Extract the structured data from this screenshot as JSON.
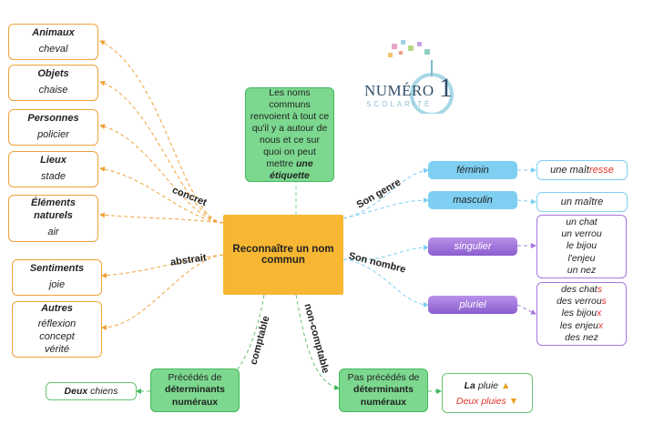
{
  "center": "Reconnaître un nom commun",
  "note": {
    "text": "Les noms communs renvoient à tout ce qu'il y a autour de nous et ce sur quoi on peut mettre",
    "emph": "une étiquette"
  },
  "logo": {
    "line1": "NUMÉRO",
    "digit": "1",
    "line2": "SCOLARITÉ"
  },
  "branch_labels": {
    "concret": "concret",
    "abstrait": "abstrait",
    "genre": "Son genre",
    "nombre": "Son nombre",
    "comptable": "comptable",
    "noncomptable": "non-comptable"
  },
  "concret_items": [
    {
      "title": "Animaux",
      "example": "cheval"
    },
    {
      "title": "Objets",
      "example": "chaise"
    },
    {
      "title": "Personnes",
      "example": "policier"
    },
    {
      "title": "Lieux",
      "example": "stade"
    },
    {
      "title": "Éléments naturels",
      "example": "air"
    }
  ],
  "abstrait_items": [
    {
      "title": "Sentiments",
      "example": "joie"
    },
    {
      "title": "Autres",
      "examples": [
        "réflexion",
        "concept",
        "vérité"
      ]
    }
  ],
  "genre": {
    "feminin": {
      "label": "féminin",
      "example_start": "une maît",
      "example_end": "resse"
    },
    "masculin": {
      "label": "masculin",
      "example": "un maître"
    }
  },
  "nombre": {
    "singulier": {
      "label": "singulier",
      "examples": [
        "un chat",
        "un verrou",
        "le bijou",
        "l'enjeu",
        "un nez"
      ]
    },
    "pluriel": {
      "label": "pluriel",
      "examples": [
        {
          "base": "des chat",
          "end": "s"
        },
        {
          "base": "des verrou",
          "end": "s"
        },
        {
          "base": "les bijou",
          "end": "x"
        },
        {
          "base": "les enjeu",
          "end": "x"
        },
        {
          "base": "des nez",
          "end": ""
        }
      ]
    }
  },
  "comptable": {
    "text": "Précédés de",
    "bold": "déterminants numéraux",
    "example_bold": "Deux",
    "example_rest": "chiens"
  },
  "non_comptable": {
    "text": "Pas précédés de",
    "bold": "déterminants numéraux",
    "ex1_bold": "La",
    "ex1_rest": "pluie",
    "ex2": "Deux pluies"
  },
  "colors": {
    "orange": "#f0a23a",
    "center": "#f7b733",
    "green": "#7cd88f",
    "blue": "#7ecff2",
    "purple": "#a678e0",
    "red": "#e0352b"
  }
}
